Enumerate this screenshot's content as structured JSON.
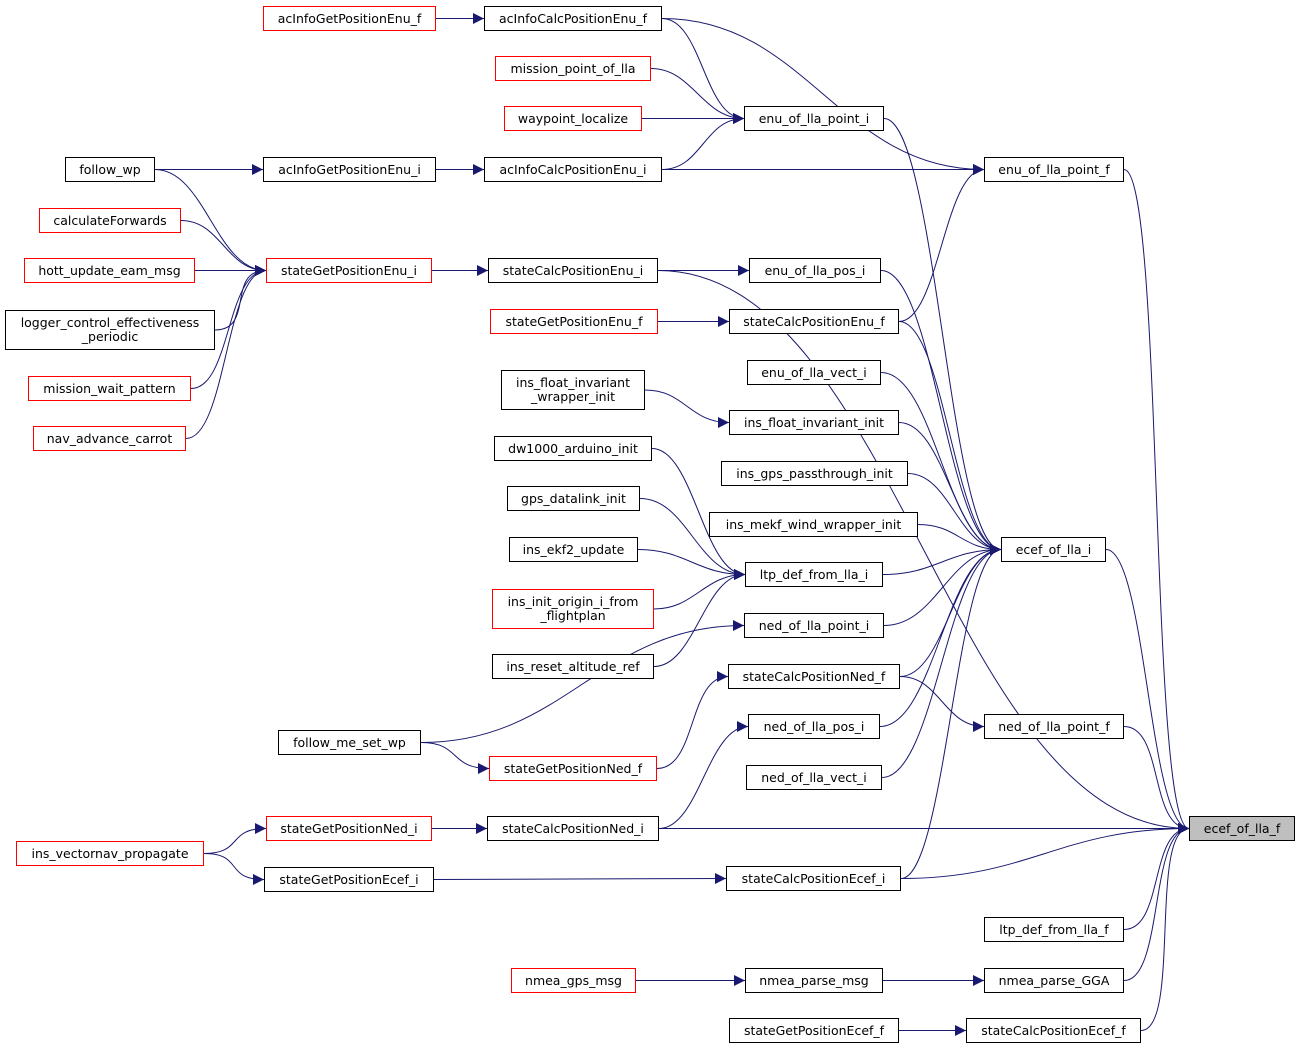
{
  "colors": {
    "edge": "#191970",
    "link_border": "#ff0000",
    "plain_border": "#000000",
    "focus_fill": "#bfbfbf"
  },
  "nodes": {
    "acInfoGetPositionEnu_f": {
      "label": "acInfoGetPositionEnu_f",
      "style": "red"
    },
    "acInfoCalcPositionEnu_f": {
      "label": "acInfoCalcPositionEnu_f",
      "style": "black"
    },
    "mission_point_of_lla": {
      "label": "mission_point_of_lla",
      "style": "red"
    },
    "waypoint_localize": {
      "label": "waypoint_localize",
      "style": "red"
    },
    "enu_of_lla_point_i": {
      "label": "enu_of_lla_point_i",
      "style": "black"
    },
    "follow_wp": {
      "label": "follow_wp",
      "style": "black"
    },
    "acInfoGetPositionEnu_i": {
      "label": "acInfoGetPositionEnu_i",
      "style": "black"
    },
    "acInfoCalcPositionEnu_i": {
      "label": "acInfoCalcPositionEnu_i",
      "style": "black"
    },
    "enu_of_lla_point_f": {
      "label": "enu_of_lla_point_f",
      "style": "black"
    },
    "calculateForwards": {
      "label": "calculateForwards",
      "style": "red"
    },
    "hott_update_eam_msg": {
      "label": "hott_update_eam_msg",
      "style": "red"
    },
    "stateGetPositionEnu_i": {
      "label": "stateGetPositionEnu_i",
      "style": "red"
    },
    "stateCalcPositionEnu_i": {
      "label": "stateCalcPositionEnu_i",
      "style": "black"
    },
    "enu_of_lla_pos_i": {
      "label": "enu_of_lla_pos_i",
      "style": "black"
    },
    "logger_control_effectiveness_periodic": {
      "label": "logger_control_effectiveness\n_periodic",
      "style": "black"
    },
    "stateGetPositionEnu_f": {
      "label": "stateGetPositionEnu_f",
      "style": "red"
    },
    "stateCalcPositionEnu_f": {
      "label": "stateCalcPositionEnu_f",
      "style": "black"
    },
    "mission_wait_pattern": {
      "label": "mission_wait_pattern",
      "style": "red"
    },
    "ins_float_invariant_wrapper_init": {
      "label": "ins_float_invariant\n_wrapper_init",
      "style": "black"
    },
    "enu_of_lla_vect_i": {
      "label": "enu_of_lla_vect_i",
      "style": "black"
    },
    "nav_advance_carrot": {
      "label": "nav_advance_carrot",
      "style": "red"
    },
    "ins_float_invariant_init": {
      "label": "ins_float_invariant_init",
      "style": "black"
    },
    "dw1000_arduino_init": {
      "label": "dw1000_arduino_init",
      "style": "black"
    },
    "ins_gps_passthrough_init": {
      "label": "ins_gps_passthrough_init",
      "style": "black"
    },
    "gps_datalink_init": {
      "label": "gps_datalink_init",
      "style": "black"
    },
    "ins_mekf_wind_wrapper_init": {
      "label": "ins_mekf_wind_wrapper_init",
      "style": "black"
    },
    "ecef_of_lla_i": {
      "label": "ecef_of_lla_i",
      "style": "black"
    },
    "ins_ekf2_update": {
      "label": "ins_ekf2_update",
      "style": "black"
    },
    "ltp_def_from_lla_i": {
      "label": "ltp_def_from_lla_i",
      "style": "black"
    },
    "ins_init_origin_i_from_flightplan": {
      "label": "ins_init_origin_i_from\n_flightplan",
      "style": "red"
    },
    "ned_of_lla_point_i": {
      "label": "ned_of_lla_point_i",
      "style": "black"
    },
    "ins_reset_altitude_ref": {
      "label": "ins_reset_altitude_ref",
      "style": "black"
    },
    "stateCalcPositionNed_f": {
      "label": "stateCalcPositionNed_f",
      "style": "black"
    },
    "ned_of_lla_point_f": {
      "label": "ned_of_lla_point_f",
      "style": "black"
    },
    "ned_of_lla_pos_i": {
      "label": "ned_of_lla_pos_i",
      "style": "black"
    },
    "follow_me_set_wp": {
      "label": "follow_me_set_wp",
      "style": "black"
    },
    "stateGetPositionNed_f": {
      "label": "stateGetPositionNed_f",
      "style": "red"
    },
    "ned_of_lla_vect_i": {
      "label": "ned_of_lla_vect_i",
      "style": "black"
    },
    "stateGetPositionNed_i": {
      "label": "stateGetPositionNed_i",
      "style": "red"
    },
    "stateCalcPositionNed_i": {
      "label": "stateCalcPositionNed_i",
      "style": "black"
    },
    "ecef_of_lla_f": {
      "label": "ecef_of_lla_f",
      "style": "focus"
    },
    "ins_vectornav_propagate": {
      "label": "ins_vectornav_propagate",
      "style": "red"
    },
    "stateGetPositionEcef_i": {
      "label": "stateGetPositionEcef_i",
      "style": "black"
    },
    "stateCalcPositionEcef_i": {
      "label": "stateCalcPositionEcef_i",
      "style": "black"
    },
    "ltp_def_from_lla_f": {
      "label": "ltp_def_from_lla_f",
      "style": "black"
    },
    "nmea_gps_msg": {
      "label": "nmea_gps_msg",
      "style": "red"
    },
    "nmea_parse_msg": {
      "label": "nmea_parse_msg",
      "style": "black"
    },
    "nmea_parse_GGA": {
      "label": "nmea_parse_GGA",
      "style": "black"
    },
    "stateGetPositionEcef_f": {
      "label": "stateGetPositionEcef_f",
      "style": "black"
    },
    "stateCalcPositionEcef_f": {
      "label": "stateCalcPositionEcef_f",
      "style": "black"
    }
  },
  "edges": [
    [
      "acInfoGetPositionEnu_f",
      "acInfoCalcPositionEnu_f"
    ],
    [
      "acInfoCalcPositionEnu_f",
      "enu_of_lla_point_i"
    ],
    [
      "acInfoCalcPositionEnu_f",
      "enu_of_lla_point_f"
    ],
    [
      "mission_point_of_lla",
      "enu_of_lla_point_i"
    ],
    [
      "waypoint_localize",
      "enu_of_lla_point_i"
    ],
    [
      "acInfoCalcPositionEnu_i",
      "enu_of_lla_point_i"
    ],
    [
      "acInfoCalcPositionEnu_i",
      "enu_of_lla_point_f"
    ],
    [
      "enu_of_lla_point_i",
      "ecef_of_lla_i"
    ],
    [
      "follow_wp",
      "acInfoGetPositionEnu_i"
    ],
    [
      "follow_wp",
      "stateGetPositionEnu_i"
    ],
    [
      "acInfoGetPositionEnu_i",
      "acInfoCalcPositionEnu_i"
    ],
    [
      "enu_of_lla_point_f",
      "ecef_of_lla_f"
    ],
    [
      "calculateForwards",
      "stateGetPositionEnu_i"
    ],
    [
      "hott_update_eam_msg",
      "stateGetPositionEnu_i"
    ],
    [
      "logger_control_effectiveness_periodic",
      "stateGetPositionEnu_i"
    ],
    [
      "mission_wait_pattern",
      "stateGetPositionEnu_i"
    ],
    [
      "nav_advance_carrot",
      "stateGetPositionEnu_i"
    ],
    [
      "stateGetPositionEnu_i",
      "stateCalcPositionEnu_i"
    ],
    [
      "stateCalcPositionEnu_i",
      "enu_of_lla_pos_i"
    ],
    [
      "stateCalcPositionEnu_i",
      "ecef_of_lla_f"
    ],
    [
      "enu_of_lla_pos_i",
      "ecef_of_lla_i"
    ],
    [
      "stateGetPositionEnu_f",
      "stateCalcPositionEnu_f"
    ],
    [
      "stateCalcPositionEnu_f",
      "enu_of_lla_point_f"
    ],
    [
      "stateCalcPositionEnu_f",
      "ecef_of_lla_i"
    ],
    [
      "enu_of_lla_vect_i",
      "ecef_of_lla_i"
    ],
    [
      "ins_float_invariant_wrapper_init",
      "ins_float_invariant_init"
    ],
    [
      "ins_float_invariant_init",
      "ecef_of_lla_i"
    ],
    [
      "ins_gps_passthrough_init",
      "ecef_of_lla_i"
    ],
    [
      "ins_mekf_wind_wrapper_init",
      "ecef_of_lla_i"
    ],
    [
      "dw1000_arduino_init",
      "ltp_def_from_lla_i"
    ],
    [
      "gps_datalink_init",
      "ltp_def_from_lla_i"
    ],
    [
      "ins_ekf2_update",
      "ltp_def_from_lla_i"
    ],
    [
      "ins_init_origin_i_from_flightplan",
      "ltp_def_from_lla_i"
    ],
    [
      "ins_reset_altitude_ref",
      "ltp_def_from_lla_i"
    ],
    [
      "ltp_def_from_lla_i",
      "ecef_of_lla_i"
    ],
    [
      "ned_of_lla_point_i",
      "ecef_of_lla_i"
    ],
    [
      "stateCalcPositionNed_f",
      "ecef_of_lla_i"
    ],
    [
      "stateCalcPositionNed_f",
      "ned_of_lla_point_f"
    ],
    [
      "ned_of_lla_pos_i",
      "ecef_of_lla_i"
    ],
    [
      "ned_of_lla_vect_i",
      "ecef_of_lla_i"
    ],
    [
      "stateCalcPositionEcef_i",
      "ecef_of_lla_i"
    ],
    [
      "stateCalcPositionEcef_i",
      "ecef_of_lla_f"
    ],
    [
      "ecef_of_lla_i",
      "ecef_of_lla_f"
    ],
    [
      "ned_of_lla_point_f",
      "ecef_of_lla_f"
    ],
    [
      "follow_me_set_wp",
      "ned_of_lla_point_i"
    ],
    [
      "follow_me_set_wp",
      "stateGetPositionNed_f"
    ],
    [
      "stateGetPositionNed_f",
      "stateCalcPositionNed_f"
    ],
    [
      "stateGetPositionNed_i",
      "stateCalcPositionNed_i"
    ],
    [
      "stateCalcPositionNed_i",
      "ned_of_lla_pos_i"
    ],
    [
      "stateCalcPositionNed_i",
      "ecef_of_lla_f"
    ],
    [
      "ins_vectornav_propagate",
      "stateGetPositionNed_i"
    ],
    [
      "ins_vectornav_propagate",
      "stateGetPositionEcef_i"
    ],
    [
      "stateGetPositionEcef_i",
      "stateCalcPositionEcef_i"
    ],
    [
      "ltp_def_from_lla_f",
      "ecef_of_lla_f"
    ],
    [
      "nmea_gps_msg",
      "nmea_parse_msg"
    ],
    [
      "nmea_parse_msg",
      "nmea_parse_GGA"
    ],
    [
      "nmea_parse_GGA",
      "ecef_of_lla_f"
    ],
    [
      "stateGetPositionEcef_f",
      "stateCalcPositionEcef_f"
    ],
    [
      "stateCalcPositionEcef_f",
      "ecef_of_lla_f"
    ]
  ]
}
